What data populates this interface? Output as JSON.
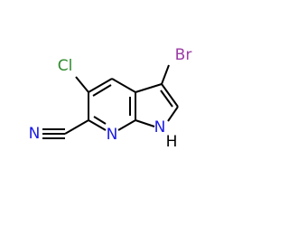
{
  "molecule": {
    "atoms": {
      "bromine": {
        "symbol": "Br",
        "color": "#9C3BA6"
      },
      "chlorine": {
        "symbol": "Cl",
        "color": "#2E8B2E"
      },
      "nitrile_nitrogen": {
        "symbol": "N",
        "color": "#1A1AE6"
      },
      "pyridine_nitrogen": {
        "symbol": "N",
        "color": "#1A1AE6"
      },
      "pyrrole_nitrogen": {
        "symbol": "N",
        "color": "#1A1AE6"
      },
      "pyrrole_hydrogen": {
        "symbol": "H",
        "color": "#000000"
      }
    },
    "bond_color": "#000000"
  }
}
